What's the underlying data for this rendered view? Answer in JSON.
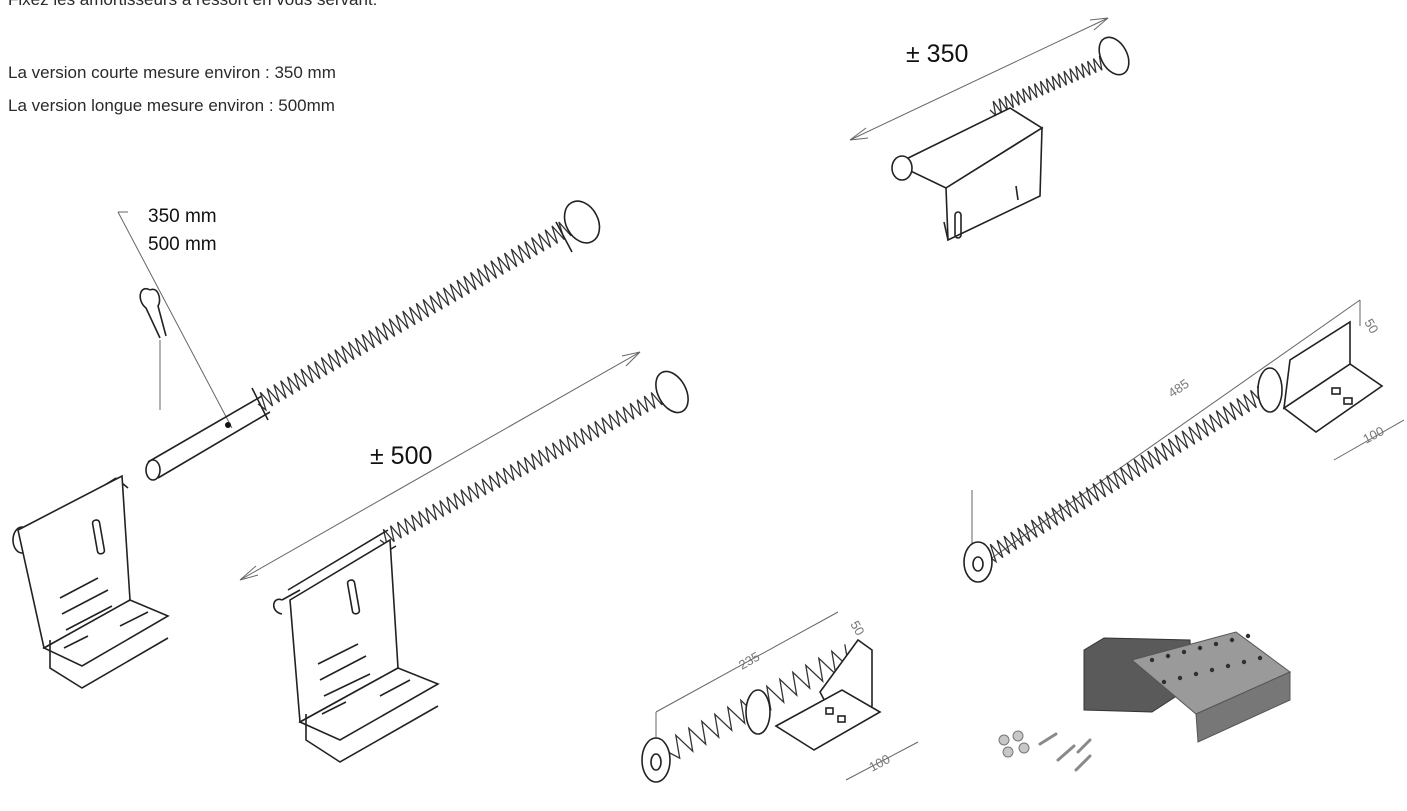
{
  "texts": {
    "intro": "Fixez les amortisseurs à ressort en vous servant:",
    "short_version": "La version courte mesure environ : 350 mm",
    "long_version": "La version longue mesure environ : 500mm"
  },
  "labels": {
    "length_350_mm": "350 mm",
    "length_500_mm": "500 mm",
    "approx_500": "± 500",
    "approx_350": "± 350"
  },
  "dimensions": {
    "long_length": "485",
    "long_depth": "50",
    "long_width": "100",
    "short_length": "235",
    "short_depth": "50",
    "short_width": "100"
  }
}
